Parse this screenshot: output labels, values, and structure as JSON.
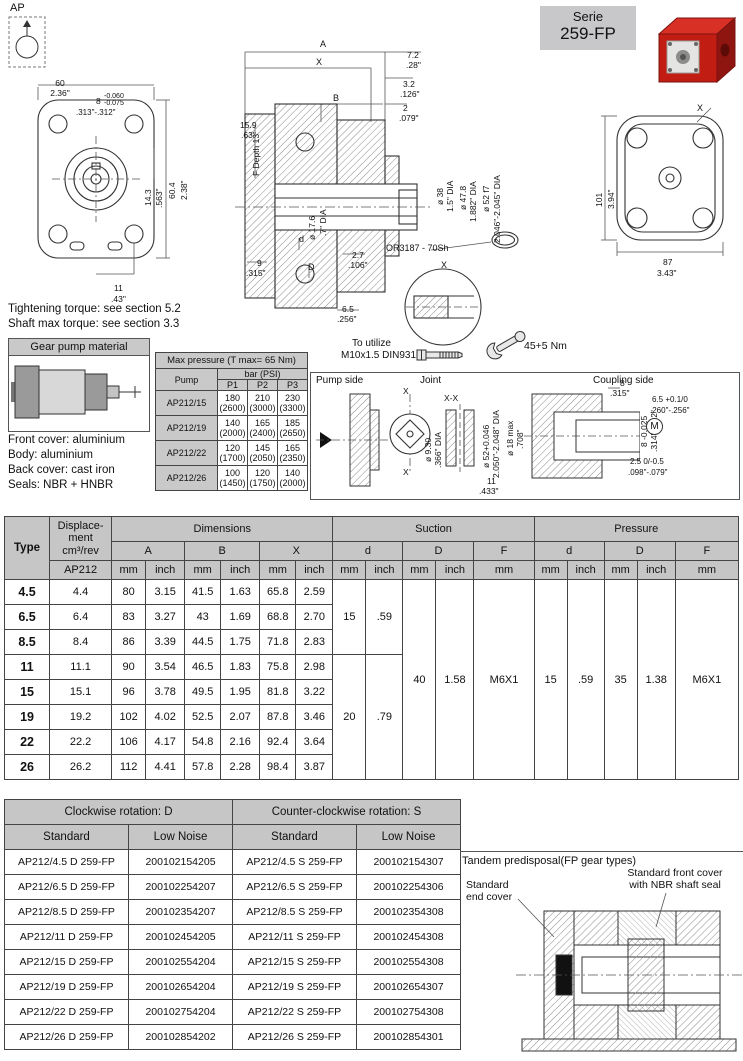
{
  "header": {
    "ap_label": "AP",
    "serie_label": "Serie",
    "serie_code": "259-FP"
  },
  "notes": {
    "tightening": "Tightening torque: see section 5.2",
    "shaft": "Shaft max torque: see section 3.3"
  },
  "front_view": {
    "width_mm": "60",
    "width_in": "2.36\"",
    "key_mm": "8",
    "key_tol_top": "-0.060",
    "key_tol_bot": "-0.075",
    "key_in": ".313\"-.312\"",
    "c_mm": "14.3",
    "c_in": ".563\"",
    "h_mm": "60.4",
    "h_in": "2.38\"",
    "b_mm": "11",
    "b_in": ".43\""
  },
  "side_view": {
    "a": "A",
    "x": "X",
    "b": "B",
    "d72_mm": "7.2",
    "d72_in": ".28\"",
    "d32_mm": "3.2",
    "d32_in": ".126\"",
    "d2_mm": "2",
    "d2_in": ".079\"",
    "d159_mm": "15.9",
    "d159_in": ".63\"",
    "f_depth": "F Depth 13",
    "dia38_mm": "ø 38",
    "dia38_in": "1.5\" DIA",
    "dia478_mm": "ø 47.8",
    "dia478_in": "1.882\" DIA",
    "dia52_mm": "ø 52 f7",
    "dia52_in": "2.046\"-2.045\" DIA",
    "dia176_mm": "ø 17.6",
    "dia176_in": ".7\" DIA",
    "oring": "OR3187 - 70Sh",
    "d27_mm": "2.7",
    "d27_in": ".106\"",
    "d9_mm": "9",
    "d9_in": ".315\"",
    "port_d": "d",
    "port_D": "D",
    "d65_mm": "6.5",
    "d65_in": ".256\""
  },
  "rear_view": {
    "x": "X",
    "h_mm": "101",
    "h_in": "3.94\"",
    "w_mm": "87",
    "w_in": "3.43\""
  },
  "detail": {
    "x": "X"
  },
  "material": {
    "title": "Gear pump material",
    "line1": "Front cover: aluminium",
    "line2": "Body: aluminium",
    "line3": "Back cover: cast iron",
    "line4": "Seals: NBR + HNBR"
  },
  "pressure_table": {
    "title": "Max pressure (T max= 65 Nm)",
    "pump": "Pump",
    "bar": "bar (PSI)",
    "p1": "P1",
    "p2": "P2",
    "p3": "P3",
    "rows": [
      {
        "pump": "AP212/15",
        "p1a": "180",
        "p1b": "(2600)",
        "p2a": "210",
        "p2b": "(3000)",
        "p3a": "230",
        "p3b": "(3300)"
      },
      {
        "pump": "AP212/19",
        "p1a": "140",
        "p1b": "(2000)",
        "p2a": "165",
        "p2b": "(2400)",
        "p3a": "185",
        "p3b": "(2650)"
      },
      {
        "pump": "AP212/22",
        "p1a": "120",
        "p1b": "(1700)",
        "p2a": "145",
        "p2b": "(2050)",
        "p3a": "165",
        "p3b": "(2350)"
      },
      {
        "pump": "AP212/26",
        "p1a": "100",
        "p1b": "(1450)",
        "p2a": "120",
        "p2b": "(1750)",
        "p3a": "140",
        "p3b": "(2000)"
      }
    ]
  },
  "utilize": {
    "line1": "To utilize",
    "line2": "M10x1.5 DIN931",
    "torque": "45+5 Nm"
  },
  "coupling": {
    "pump_side": "Pump side",
    "joint": "Joint",
    "coupling_side": "Coupling side",
    "x_top": "X",
    "x_bot": "X",
    "xx": "X-X",
    "m": "M",
    "joint_dia_mm": "ø 9.30",
    "joint_dia_in": ".366\" DIA",
    "bore52_mm": "ø 52+0.046",
    "bore52_in": "2.050\"-2.048\" DIA",
    "dia18_mm": "ø 18 max",
    "dia18_in": ".708\"",
    "d8_mm": "8",
    "d8_in": ".315\"",
    "key8_mm": "8 -0.025",
    "key8_in": ".314\"-.312\"",
    "d65_mm": "6.5 +0.1/0",
    "d65_in": ".260\"-.256\"",
    "d25_mm": "2.5 0/-0.5",
    "d25_in": ".098\"-.079\"",
    "d11_mm": "11",
    "d11_in": ".433\""
  },
  "dim_table": {
    "col_type": "Type",
    "disp_l1": "Displace-",
    "disp_l2": "ment",
    "disp_l3": "cm³/rev",
    "disp_sub": "AP212",
    "group_dimensions": "Dimensions",
    "group_suction": "Suction",
    "group_pressure": "Pressure",
    "col_a": "A",
    "col_b": "B",
    "col_x": "X",
    "col_d": "d",
    "col_D": "D",
    "col_f": "F",
    "unit_mm": "mm",
    "unit_inch": "inch",
    "rows": [
      {
        "type": "4.5",
        "disp": "4.4",
        "a_mm": "80",
        "a_in": "3.15",
        "b_mm": "41.5",
        "b_in": "1.63",
        "x_mm": "65.8",
        "x_in": "2.59"
      },
      {
        "type": "6.5",
        "disp": "6.4",
        "a_mm": "83",
        "a_in": "3.27",
        "b_mm": "43",
        "b_in": "1.69",
        "x_mm": "68.8",
        "x_in": "2.70"
      },
      {
        "type": "8.5",
        "disp": "8.4",
        "a_mm": "86",
        "a_in": "3.39",
        "b_mm": "44.5",
        "b_in": "1.75",
        "x_mm": "71.8",
        "x_in": "2.83"
      },
      {
        "type": "11",
        "disp": "11.1",
        "a_mm": "90",
        "a_in": "3.54",
        "b_mm": "46.5",
        "b_in": "1.83",
        "x_mm": "75.8",
        "x_in": "2.98"
      },
      {
        "type": "15",
        "disp": "15.1",
        "a_mm": "96",
        "a_in": "3.78",
        "b_mm": "49.5",
        "b_in": "1.95",
        "x_mm": "81.8",
        "x_in": "3.22"
      },
      {
        "type": "19",
        "disp": "19.2",
        "a_mm": "102",
        "a_in": "4.02",
        "b_mm": "52.5",
        "b_in": "2.07",
        "x_mm": "87.8",
        "x_in": "3.46"
      },
      {
        "type": "22",
        "disp": "22.2",
        "a_mm": "106",
        "a_in": "4.17",
        "b_mm": "54.8",
        "b_in": "2.16",
        "x_mm": "92.4",
        "x_in": "3.64"
      },
      {
        "type": "26",
        "disp": "26.2",
        "a_mm": "112",
        "a_in": "4.41",
        "b_mm": "57.8",
        "b_in": "2.28",
        "x_mm": "98.4",
        "x_in": "3.87"
      }
    ],
    "suction_d1_mm": "15",
    "suction_d1_in": ".59",
    "suction_d2_mm": "20",
    "suction_d2_in": ".79",
    "suction_D_mm": "40",
    "suction_D_in": "1.58",
    "suction_F": "M6X1",
    "pressure_d_mm": "15",
    "pressure_d_in": ".59",
    "pressure_D_mm": "35",
    "pressure_D_in": "1.38",
    "pressure_F": "M6X1"
  },
  "rotation_tables": {
    "cw_title": "Clockwise rotation: D",
    "ccw_title": "Counter-clockwise rotation: S",
    "standard": "Standard",
    "low_noise": "Low Noise",
    "cw_rows": [
      [
        "AP212/4.5 D 259-FP",
        "200102154205"
      ],
      [
        "AP212/6.5 D 259-FP",
        "200102254207"
      ],
      [
        "AP212/8.5 D 259-FP",
        "200102354207"
      ],
      [
        "AP212/11 D 259-FP",
        "200102454205"
      ],
      [
        "AP212/15 D 259-FP",
        "200102554204"
      ],
      [
        "AP212/19 D 259-FP",
        "200102654204"
      ],
      [
        "AP212/22 D 259-FP",
        "200102754204"
      ],
      [
        "AP212/26 D 259-FP",
        "200102854202"
      ]
    ],
    "ccw_rows": [
      [
        "AP212/4.5 S 259-FP",
        "200102154307"
      ],
      [
        "AP212/6.5 S 259-FP",
        "200102254306"
      ],
      [
        "AP212/8.5 S 259-FP",
        "200102354308"
      ],
      [
        "AP212/11 S 259-FP",
        "200102454308"
      ],
      [
        "AP212/15 S 259-FP",
        "200102554308"
      ],
      [
        "AP212/19 S 259-FP",
        "200102654307"
      ],
      [
        "AP212/22 S 259-FP",
        "200102754308"
      ],
      [
        "AP212/26 S 259-FP",
        "200102854301"
      ]
    ]
  },
  "tandem": {
    "title": "Tandem predisposal(FP gear types)",
    "left_label1": "Standard",
    "left_label2": "end cover",
    "right_label1": "Standard front cover",
    "right_label2": "with NBR shaft seal"
  }
}
